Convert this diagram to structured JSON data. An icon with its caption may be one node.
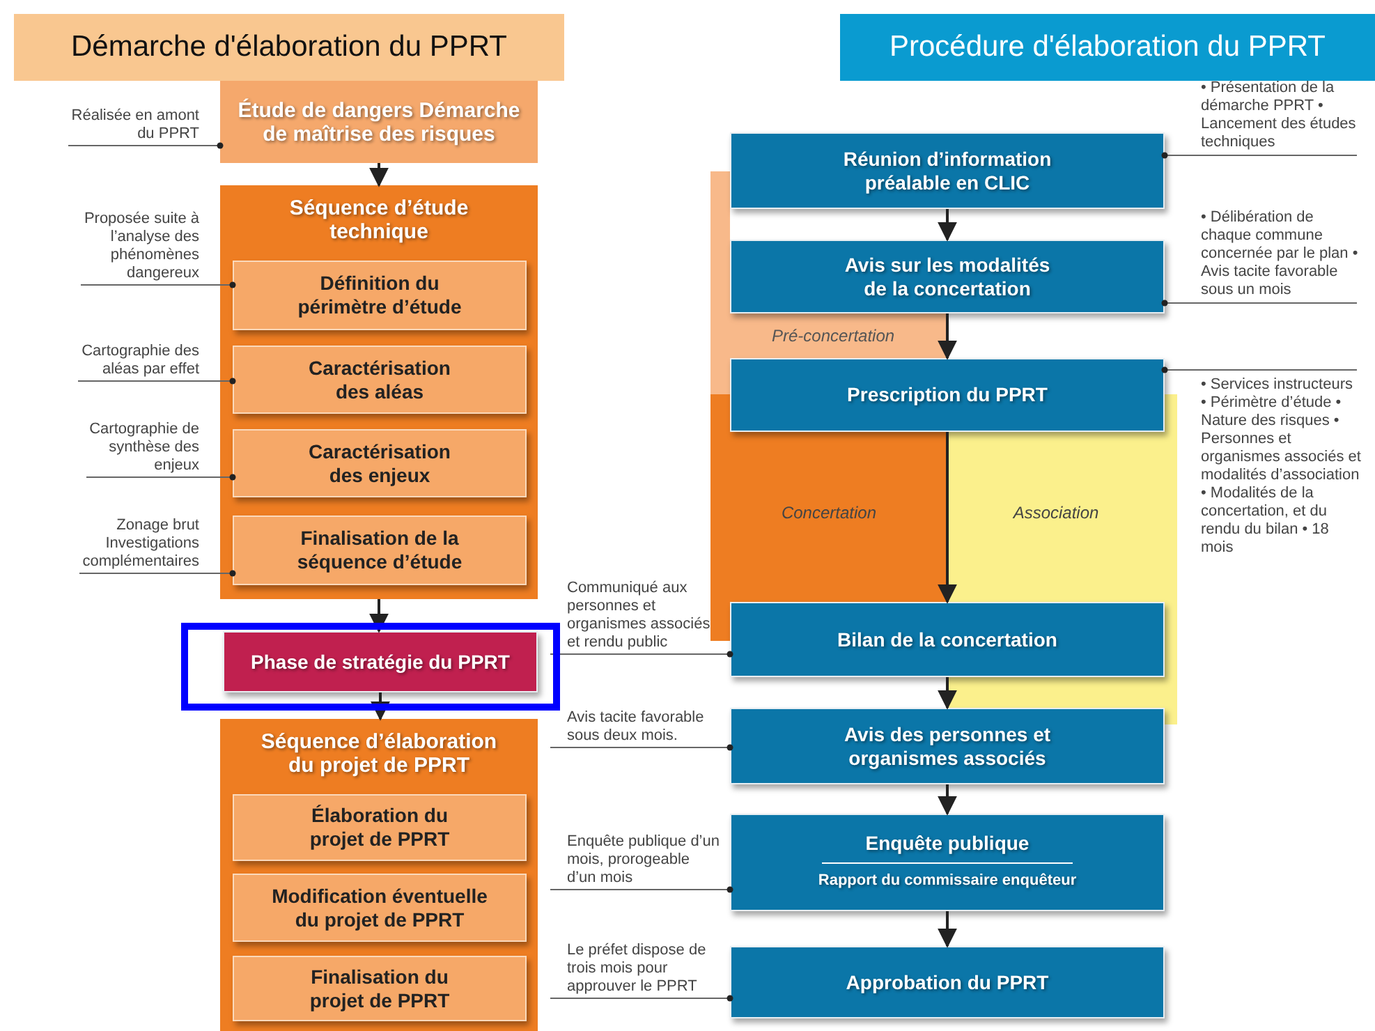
{
  "diagram": {
    "nodes": [
      {
        "text": [
          "Étude de dangers Démarche de maîtrise des risques"
        ]
      },
      {
        "text": [
          "Séquence d’étude technique"
        ]
      },
      {
        "text": [
          "Définition du périmètre d’étude"
        ],
        "in": 1
      },
      {
        "text": [
          "Caractérisation des aléas"
        ],
        "in": 1
      },
      {
        "text": [
          "Caractérisation des enjeux"
        ],
        "in": 1
      },
      {
        "text": [
          "Finalisation de la séquence d’étude"
        ],
        "in": 1
      },
      {
        "text": [
          "Phase de stratégie du PPRT"
        ]
      },
      {
        "text": [
          "Séquence d’élaboration du projet de PPRT"
        ]
      },
      {
        "text": [
          "Élaboration du projet de PPRT"
        ],
        "in": 7
      },
      {
        "text": [
          "Modification éventuelle du projet de PPRT"
        ],
        "in": 7
      },
      {
        "text": [
          "Finalisation du projet de PPRT"
        ],
        "in": 7
      },
      {
        "text": [
          "Pré-concertation"
        ]
      },
      {
        "text": [
          "Concertation"
        ]
      },
      {
        "text": [
          "Association"
        ]
      },
      {
        "text": [
          "Réunion d’information préalable en CLIC"
        ]
      },
      {
        "text": [
          "Avis sur les modalités de la concertation"
        ]
      },
      {
        "text": [
          "Prescription du PPRT"
        ]
      },
      {
        "text": [
          "Bilan de la concertation"
        ]
      },
      {
        "text": [
          "Avis des personnes et organismes associés"
        ]
      },
      {
        "text": [
          "Enquête publique",
          "Rapport du commissaire enquêteur"
        ]
      },
      {
        "text": [
          "Approbation du PPRT"
        ]
      },
      {
        "text": [
          "Réalisée en amont du PPRT"
        ]
      },
      {
        "text": [
          "Proposée suite à l’analyse des phénomènes dangereux"
        ]
      },
      {
        "text": [
          "Cartographie des aléas par effet"
        ]
      },
      {
        "text": [
          "Cartographie de synthèse des enjeux"
        ]
      },
      {
        "text": [
          "Zonage brut Investigations complémentaires"
        ]
      },
      {
        "text": [
          "Communiqué aux personnes et organismes associés et rendu public"
        ]
      },
      {
        "text": [
          "Avis tacite favorable sous deux mois."
        ]
      },
      {
        "text": [
          "Enquête publique d’un mois, prorogeable d’un mois"
        ]
      },
      {
        "text": [
          "Le préfet dispose de trois mois pour approuver le PPRT"
        ]
      },
      {
        "text": [
          "• Présentation de la démarche PPRT • Lancement des études techniques"
        ]
      },
      {
        "text": [
          "• Délibération de chaque commune concernée par le plan • Avis tacite favorable sous un mois"
        ]
      },
      {
        "text": [
          "• Services instructeurs • Périmètre d’étude • Nature des risques • Personnes et organismes associés et modalités d’association • Modalités de la concertation, et du rendu du bilan • 18 mois"
        ]
      }
    ],
    "edges": [
      {
        "from": 0,
        "to": 1,
        "arrow": "to"
      },
      {
        "from": 1,
        "to": 6,
        "arrow": "to"
      },
      {
        "from": 6,
        "to": 7,
        "arrow": "to"
      },
      {
        "from": 14,
        "to": 15,
        "arrow": "to"
      },
      {
        "from": 15,
        "to": 16,
        "arrow": "to"
      },
      {
        "from": 16,
        "to": 17,
        "arrow": "to"
      },
      {
        "from": 17,
        "to": 18,
        "arrow": "to"
      },
      {
        "from": 18,
        "to": 19,
        "arrow": "to"
      },
      {
        "from": 19,
        "to": 20,
        "arrow": "to"
      },
      {
        "from": 21,
        "to": 0,
        "arrow": "other"
      },
      {
        "from": 22,
        "to": 2,
        "arrow": "other"
      },
      {
        "from": 23,
        "to": 3,
        "arrow": "other"
      },
      {
        "from": 24,
        "to": 4,
        "arrow": "other"
      },
      {
        "from": 25,
        "to": 5,
        "arrow": "other"
      },
      {
        "from": 26,
        "to": 17,
        "arrow": "other"
      },
      {
        "from": 27,
        "to": 18,
        "arrow": "other"
      },
      {
        "from": 28,
        "to": 19,
        "arrow": "other"
      },
      {
        "from": 29,
        "to": 20,
        "arrow": "other"
      },
      {
        "from": 30,
        "to": 14,
        "arrow": "other"
      },
      {
        "from": 31,
        "to": 15,
        "arrow": "other"
      },
      {
        "from": 32,
        "to": 16,
        "arrow": "other"
      }
    ],
    "labels": [
      "Démarche d'élaboration du PPRT",
      "Procédure d'élaboration du PPRT"
    ]
  }
}
